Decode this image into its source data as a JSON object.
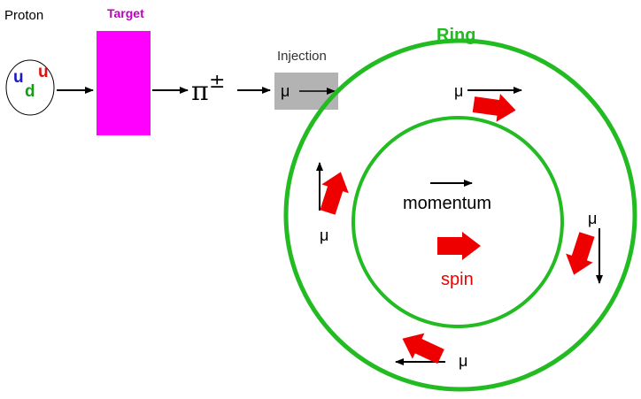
{
  "labels": {
    "proton": "Proton",
    "target": "Target",
    "injection": "Injection",
    "ring": "Ring",
    "momentum": "momentum",
    "spin": "spin",
    "mu": "μ",
    "pion_symbol": "π",
    "pion_charge": "±"
  },
  "quarks": {
    "u1": "u",
    "u2": "u",
    "d": "d"
  },
  "colors": {
    "target_fill": "#ff00ff",
    "target_label": "#c000c0",
    "ring": "#22bb22",
    "spin_arrow": "#ee0000",
    "injection_box": "#b3b3b3",
    "quark_u1": "#1a1ac8",
    "quark_u2": "#e01010",
    "quark_d": "#10a010",
    "arrow": "#000000"
  }
}
